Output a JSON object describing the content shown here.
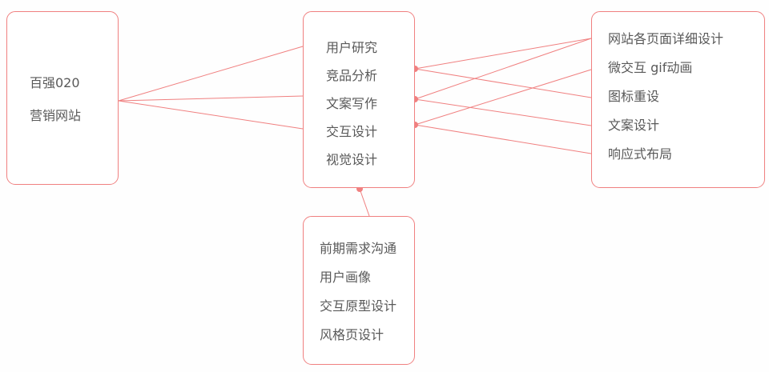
{
  "accent_color": "#f08080",
  "text_color": "#595959",
  "background_color": "#fefefe",
  "root_box": {
    "lines": [
      "百强020",
      "营销网站"
    ]
  },
  "process_box": {
    "items": [
      "用户研究",
      "竞品分析",
      "文案写作",
      "交互设计",
      "视觉设计"
    ]
  },
  "output_box": {
    "items": [
      "网站各页面详细设计",
      "微交互 gif动画",
      "图标重设",
      "文案设计",
      "响应式布局"
    ]
  },
  "phase_box": {
    "items": [
      "前期需求沟通",
      "用户画像",
      "交互原型设计",
      "风格页设计"
    ]
  }
}
